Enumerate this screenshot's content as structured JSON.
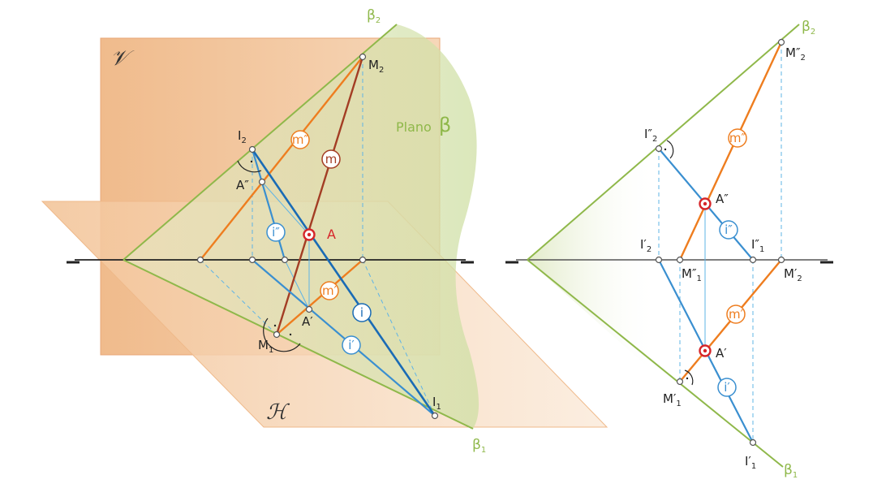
{
  "colors": {
    "green": "#8fb84a",
    "orange": "#ee7d1f",
    "blue": "#3a8fd0",
    "dark_red": "#a33d24",
    "red": "#d6262a",
    "plane_v": "#f2c9a4",
    "plane_h": "#f7d9bc",
    "dashed": "#5fb4e6"
  },
  "plane_labels": {
    "vertical": "𝒱",
    "horizontal": "ℋ",
    "beta_prefix": "Plano",
    "beta_symbol": "β"
  },
  "left_view": {
    "labels": {
      "beta2": "β",
      "beta2_sub": "2",
      "beta1": "β",
      "beta1_sub": "1",
      "M2": "M",
      "M2_sub": "2",
      "I2": "I",
      "I2_sub": "2",
      "A_dd": "A″",
      "A": "A",
      "A_d": "A′",
      "M1": "M",
      "M1_sub": "1",
      "I1": "I",
      "I1_sub": "1"
    },
    "tags": {
      "m_dd": "m″",
      "m": "m",
      "i_dd": "i″",
      "m_d": "m′",
      "i": "i",
      "i_d": "i′"
    }
  },
  "right_view": {
    "labels": {
      "beta2": "β",
      "beta2_sub": "2",
      "beta1": "β",
      "beta1_sub": "1",
      "M2dd": "M″",
      "M2dd_sub": "2",
      "I2dd": "I″",
      "I2dd_sub": "2",
      "A_dd": "A″",
      "I2d": "I′",
      "I2d_sub": "2",
      "M1dd": "M″",
      "M1dd_sub": "1",
      "I1dd": "I″",
      "I1dd_sub": "1",
      "M2d": "M′",
      "M2d_sub": "2",
      "A_d": "A′",
      "M1d": "M′",
      "M1d_sub": "1",
      "I1d": "I′",
      "I1d_sub": "1"
    },
    "tags": {
      "m_dd": "m″",
      "i_dd": "i″",
      "m_d": "m′",
      "i_d": "i′"
    }
  }
}
